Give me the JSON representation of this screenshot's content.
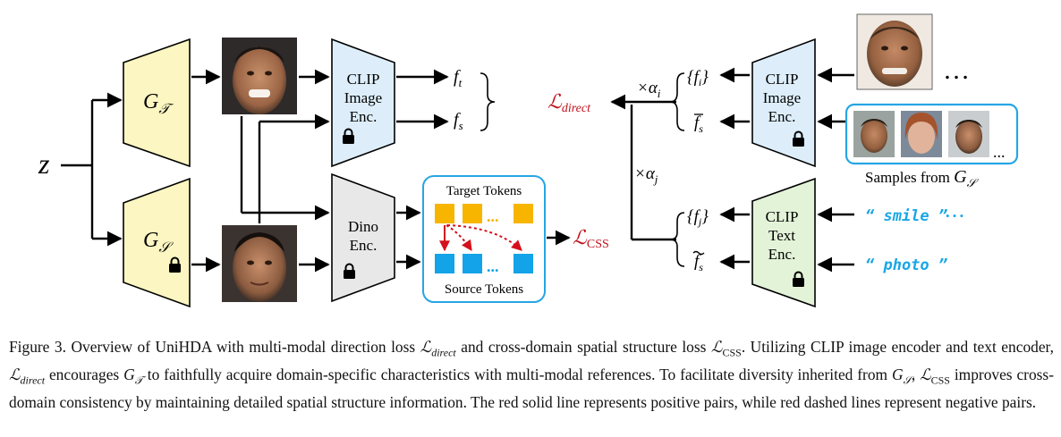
{
  "figure": {
    "z": "z",
    "gt": {
      "main": "G",
      "sub": "𝒯"
    },
    "gs": {
      "main": "G",
      "sub": "𝒮"
    },
    "clip_img_left": [
      "CLIP",
      "Image",
      "Enc."
    ],
    "dino": [
      "Dino",
      "Enc."
    ],
    "ft": {
      "main": "f",
      "sub": "t"
    },
    "fs": {
      "main": "f",
      "sub": "s"
    },
    "l_direct": {
      "main": "ℒ",
      "sub": "direct"
    },
    "target_tokens": "Target Tokens",
    "source_tokens": "Source Tokens",
    "l_css": {
      "main": "ℒ",
      "sub": "CSS"
    },
    "alpha_i": {
      "main": "×α",
      "sub": "i"
    },
    "alpha_j": {
      "main": "×α",
      "sub": "j"
    },
    "fi_set": {
      "open": "{f",
      "sub": "i",
      "close": "}"
    },
    "fj_set": {
      "open": "{f",
      "sub": "j",
      "close": "}"
    },
    "fs_bar": {
      "main": "f",
      "sub": "s"
    },
    "fs_tilde": {
      "main": "f",
      "sub": "s"
    },
    "clip_img_right": [
      "CLIP",
      "Image",
      "Enc."
    ],
    "clip_text": [
      "CLIP",
      "Text",
      "Enc."
    ],
    "ellipsis": "…",
    "samples_label": {
      "text": "Samples from ",
      "main": "G",
      "sub": "𝒮"
    },
    "smile": "“ smile ”",
    "photo": "“ photo ”",
    "dots": "• • •",
    "token_dots": "...",
    "sample_dots": "..."
  },
  "colors": {
    "generator_fill": "#fbf6c2",
    "clip_image_fill": "#ddeefa",
    "clip_text_fill": "#e3f3d8",
    "dino_fill": "#e8e8e8",
    "target_token": "#f7b500",
    "source_token": "#12a3e8",
    "loss_red": "#c0101b",
    "text_blue": "#1aa6e6",
    "sample_border": "#27a5e4",
    "token_box_border": "#27a5e4"
  },
  "caption": {
    "prefix": "Figure 3. Overview of UniHDA with multi-modal direction loss ",
    "sym_direct_1": "ℒ",
    "sub_direct_1": "direct",
    "mid1": " and cross-domain spatial structure loss ",
    "sym_css_1": "ℒ",
    "sub_css_1": "CSS",
    "mid2": ". Utilizing CLIP image encoder and text encoder, ",
    "sym_direct_2": "ℒ",
    "sub_direct_2": "direct",
    "mid3": " encourages ",
    "sym_gt": "G",
    "sub_gt": "𝒯",
    "mid4": " to faithfully acquire domain-specific characteristics with multi-modal references. To facilitate diversity inherited from ",
    "sym_gs": "G",
    "sub_gs": "𝒮",
    "comma": ", ",
    "sym_css_2": "ℒ",
    "sub_css_2": "CSS",
    "rest": " improves cross-domain consistency by maintaining detailed spatial structure information. The red solid line represents positive pairs, while red dashed lines represent negative pairs."
  }
}
